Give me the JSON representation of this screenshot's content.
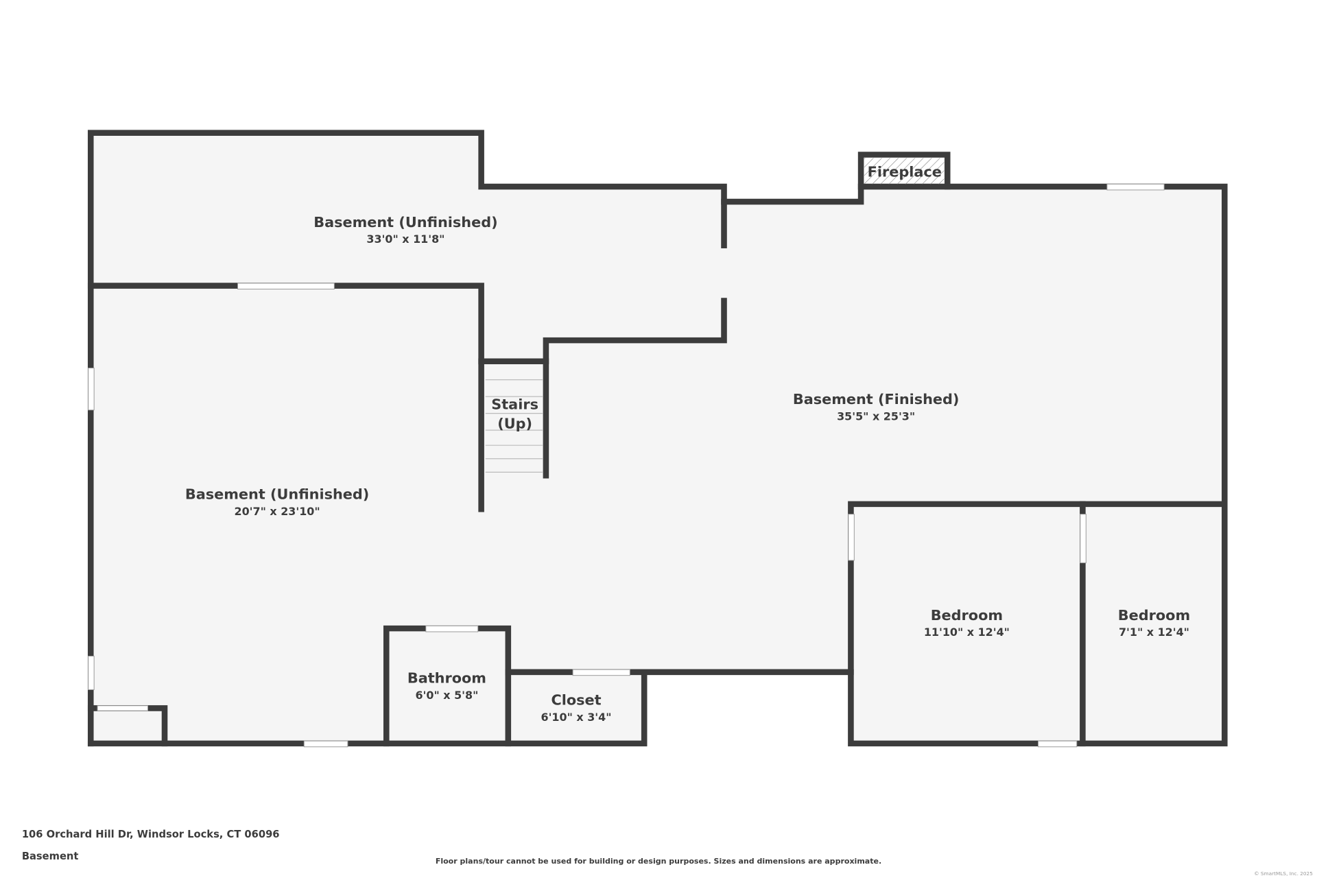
{
  "rooms": [
    {
      "name": "Basement (Unfinished)",
      "dims": "33'0\" x 11'8\""
    },
    {
      "name": "Basement (Unfinished)",
      "dims": "20'7\" x 23'10\""
    },
    {
      "name": "Basement (Finished)",
      "dims": "35'5\" x 25'3\""
    },
    {
      "name": "Stairs",
      "sub": "(Up)"
    },
    {
      "name": "Bathroom",
      "dims": "6'0\" x 5'8\""
    },
    {
      "name": "Closet",
      "dims": "6'10\" x 3'4\""
    },
    {
      "name": "Bedroom",
      "dims": "11'10\" x 12'4\""
    },
    {
      "name": "Bedroom",
      "dims": "7'1\" x 12'4\""
    },
    {
      "name": "Fireplace"
    }
  ],
  "footer": {
    "address": "106 Orchard Hill Dr, Windsor Locks, CT 06096",
    "floor": "Basement",
    "disclaimer": "Floor plans/tour cannot be used for building or design purposes. Sizes and dimensions are approximate.",
    "copyright": "© SmartMLS, Inc. 2025"
  },
  "colors": {
    "wall": "#3c3c3c",
    "floor": "#f5f5f5"
  }
}
